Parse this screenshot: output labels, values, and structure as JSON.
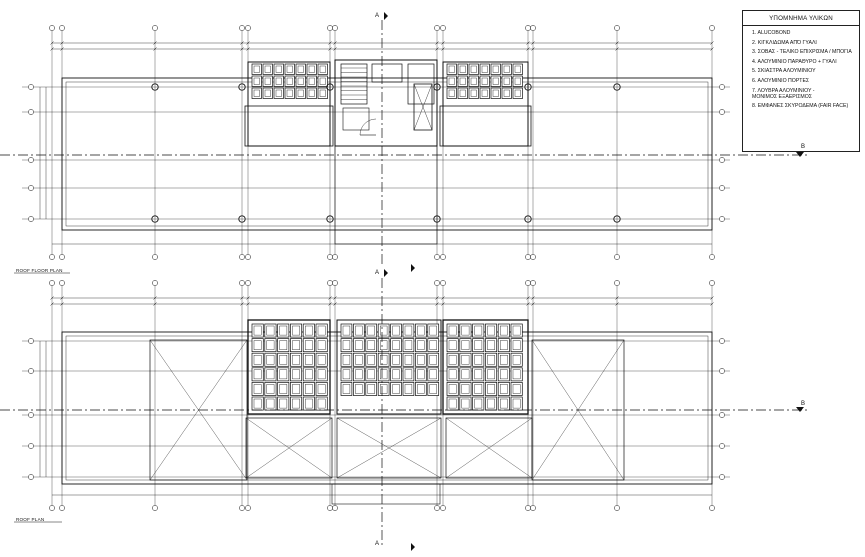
{
  "legend": {
    "title": "ΥΠΟΜΝΗΜΑ ΥΛΙΚΩΝ",
    "items": [
      "1. ALUCOBOND",
      "2. ΚΙΓΚΛΙΔΩΜΑ ΑΠΌ ΓΥΑΛΙ",
      "3. ΣΟΒΑΣ - ΤΕΛΙΚΟ ΕΠΙΧΡΙΣΜΑ / ΜΠΟΓΙΑ",
      "4. ΑΛΟΥΜΙΝΙΟ ΠΑΡΑΘΥΡΟ + ΓΥΑΛΙ",
      "5. ΣΚΙΑΣΤΡΑ ΑΛΟΥΜΙΝΙΟΥ",
      "6. ΑΛΟΥΜΙΝΙΟ ΠΟΡΤΕΣ",
      "7. ΛΟΥΒΡΑ ΑΛΟΥΜΙΝΙΟΥ -\nΜΟΝΙΜΟΣ ΕΞΑΕΡΙΣΜΟΣ",
      "8. ΕΜΦΑΝΕΣ ΣΚΥΡΟΔΕΜΑ (FAIR FACE)"
    ]
  },
  "plans": {
    "upper_label": "ROOF FLOOR PLAN",
    "lower_label": "ROOF PLAN"
  },
  "section_marks": {
    "a": "A",
    "b": "B"
  },
  "colors": {
    "line": "#111111",
    "background": "#ffffff"
  }
}
